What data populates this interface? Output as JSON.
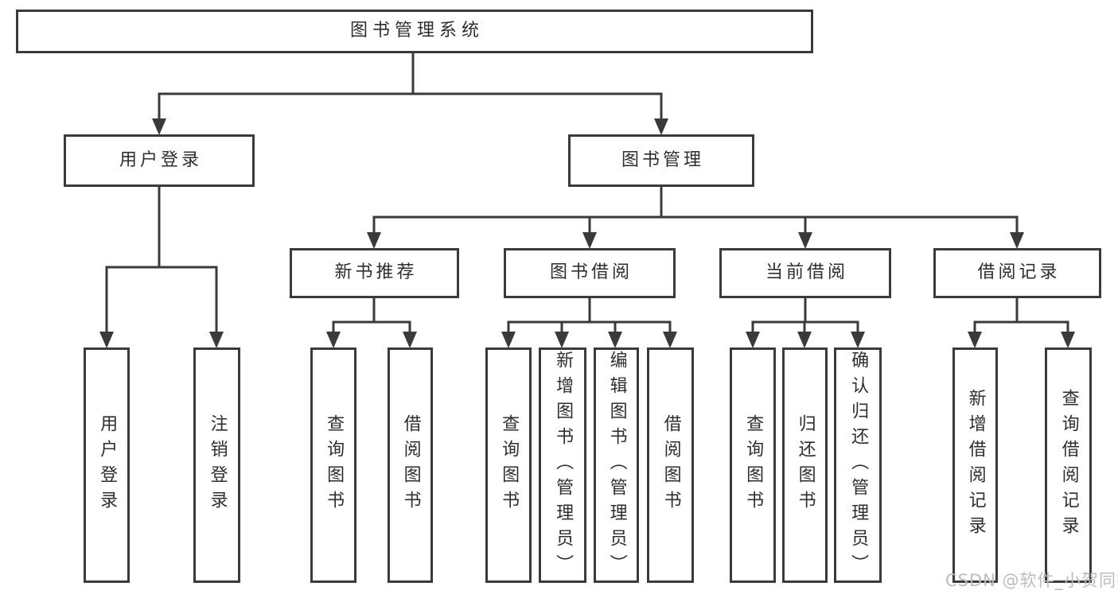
{
  "nodes": {
    "root": "图书管理系统",
    "level2": [
      "用户登录",
      "图书管理"
    ],
    "level3": [
      "新书推荐",
      "图书借阅",
      "当前借阅",
      "借阅记录"
    ],
    "leaves": {
      "user_login": [
        "用户登录",
        "注销登录"
      ],
      "new_books": [
        "查询图书",
        "借阅图书"
      ],
      "book_borrow": [
        "查询图书",
        "新增图书（管理员）",
        "编辑图书（管理员）",
        "借阅图书"
      ],
      "current_borrow": [
        "查询图书",
        "归还图书",
        "确认归还（管理员）"
      ],
      "borrow_records": [
        "新增借阅记录",
        "查询借阅记录"
      ]
    }
  },
  "watermark": "CSDN @软件_小贺同学",
  "colors": {
    "line": "#3a3a3a",
    "text": "#2e2e2e",
    "background": "#ffffff",
    "watermark": "#bcbcbc"
  }
}
